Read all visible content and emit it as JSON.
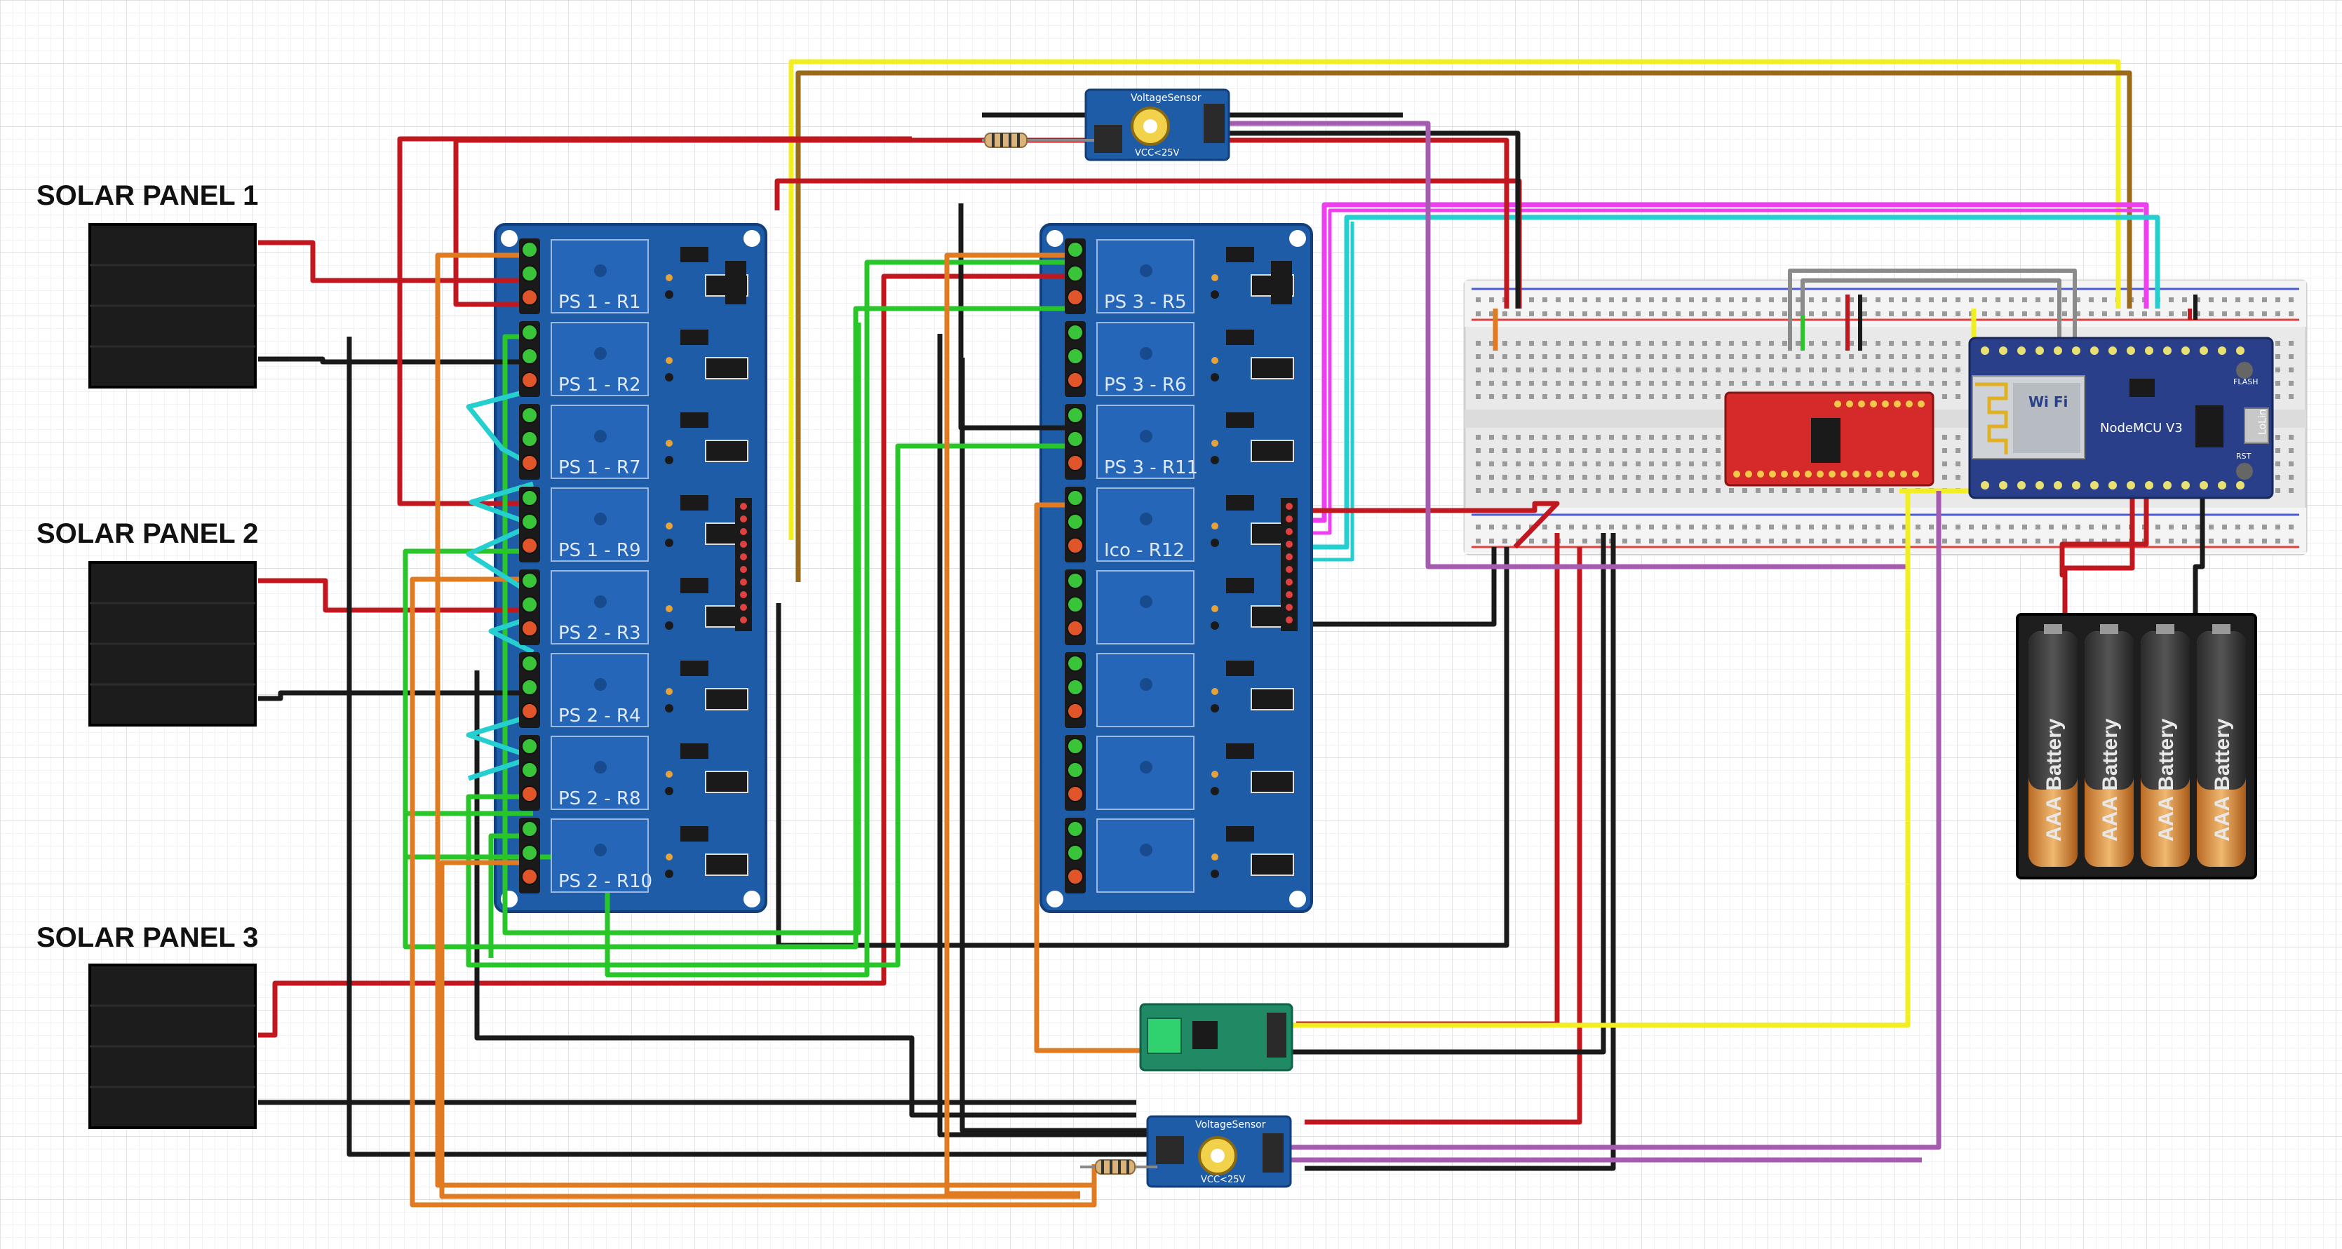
{
  "panels": [
    {
      "label": "SOLAR PANEL 1"
    },
    {
      "label": "SOLAR PANEL 2"
    },
    {
      "label": "SOLAR PANEL 3"
    }
  ],
  "relay_board_1": {
    "channels": [
      "PS 1 - R1",
      "PS 1 - R2",
      "PS 1 - R7",
      "PS 1 - R9",
      "PS 2 - R3",
      "PS 2 - R4",
      "PS 2 - R8",
      "PS 2 - R10"
    ]
  },
  "relay_board_2": {
    "channels": [
      "PS 3 - R5",
      "PS 3 - R6",
      "PS 3 - R11",
      "Ico - R12",
      "",
      "",
      "",
      ""
    ]
  },
  "voltage_sensor": {
    "title": "VoltageSensor",
    "rating": "VCC<25V"
  },
  "mcu": {
    "title": "NodeMCU V3",
    "wifi": "Wi Fi",
    "side": "LoLin",
    "flash": "FLASH",
    "rst": "RST"
  },
  "battery": {
    "label": "AAA Battery"
  },
  "colors": {
    "red": "#c0181e",
    "black": "#1a1a1a",
    "green": "#28c628",
    "orange": "#e07b22",
    "cyan": "#25cfd0",
    "magenta": "#ee3ef0",
    "yellow": "#f2ee22",
    "olive": "#9a6a1a",
    "purple": "#a45bb0",
    "grey": "#8a8a8a",
    "board": "#1f5ca8",
    "mux": "#d42a2a"
  }
}
